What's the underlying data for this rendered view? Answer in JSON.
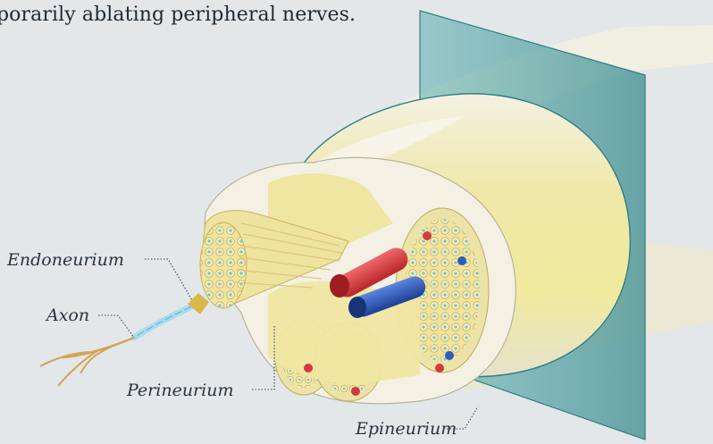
{
  "caption": "porarily ablating peripheral nerves.",
  "labels": {
    "endoneurium": "Endoneurium",
    "axon": "Axon",
    "perineurium": "Perineurium",
    "epineurium": "Epineurium"
  },
  "colors": {
    "background": "#e3e7e9",
    "nerve_yellow": "#efe59a",
    "epineurium_white": "#f3f0e4",
    "artery_red": "#d23a3e",
    "vein_blue": "#2e5bb8",
    "plane_teal": "#4a9ea0",
    "axon_blue": "#a9dcef"
  }
}
